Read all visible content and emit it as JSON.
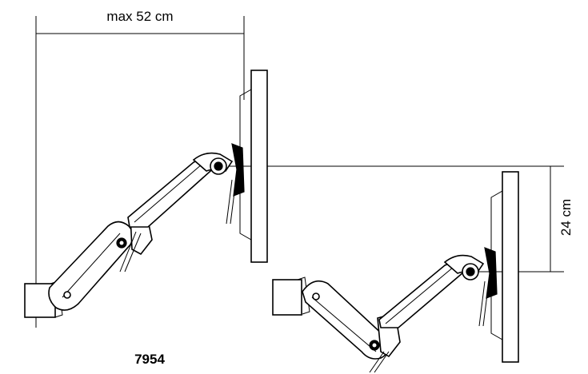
{
  "diagram": {
    "max_extension_label": "max 52 cm",
    "height_adjust_label": "24 cm",
    "model_number": "7954"
  }
}
